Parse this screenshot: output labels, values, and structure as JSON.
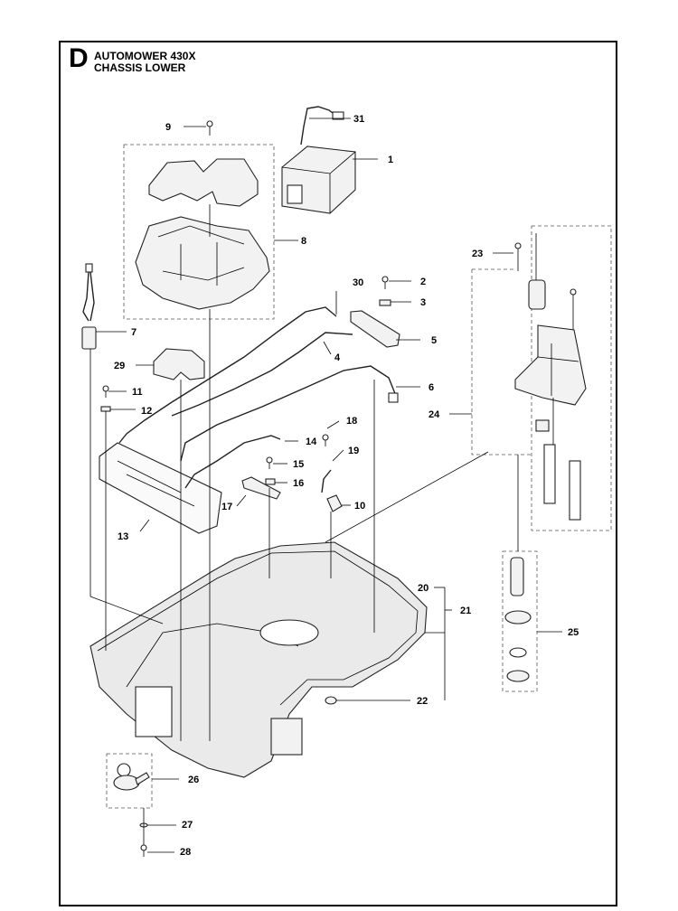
{
  "header": {
    "section_letter": "D",
    "title_line1": "AUTOMOWER 430X",
    "title_line2": "CHASSIS LOWER"
  },
  "callouts": {
    "c1": "1",
    "c2": "2",
    "c3": "3",
    "c4": "4",
    "c5": "5",
    "c6": "6",
    "c7": "7",
    "c8": "8",
    "c9": "9",
    "c10": "10",
    "c11": "11",
    "c12": "12",
    "c13": "13",
    "c14": "14",
    "c15": "15",
    "c16": "16",
    "c17": "17",
    "c18": "18",
    "c19": "19",
    "c20": "20",
    "c21": "21",
    "c22": "22",
    "c23": "23",
    "c24": "24",
    "c25": "25",
    "c26": "26",
    "c27": "27",
    "c28": "28",
    "c29": "29",
    "c30": "30",
    "c31": "31"
  }
}
